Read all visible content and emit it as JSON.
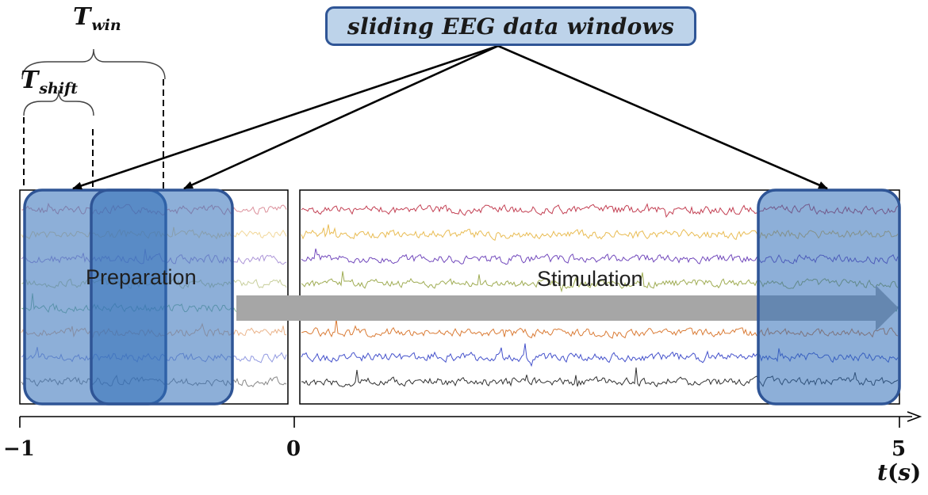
{
  "callout": {
    "text": "sliding EEG data windows"
  },
  "window_params": [
    {
      "symbol": "T",
      "subscript": "win"
    },
    {
      "symbol": "T",
      "subscript": "shift"
    }
  ],
  "phases": [
    {
      "label": "Preparation"
    },
    {
      "label": "Stimulation"
    }
  ],
  "axis": {
    "variable": "t",
    "unit": "s",
    "ticks": [
      {
        "value": -1,
        "label": "−1"
      },
      {
        "value": 0,
        "label": "0"
      },
      {
        "value": 5,
        "label": "5"
      }
    ]
  },
  "eeg_channel_colors": [
    "#c0364a",
    "#e8b84a",
    "#6a3fb8",
    "#9aa84a",
    "#2f8a4a",
    "#d8742a",
    "#3a48c8",
    "#262626"
  ],
  "window_style": {
    "fill": "#2f6db8",
    "stroke": "#2f5596"
  },
  "arrow_color": "#a6a6a6"
}
